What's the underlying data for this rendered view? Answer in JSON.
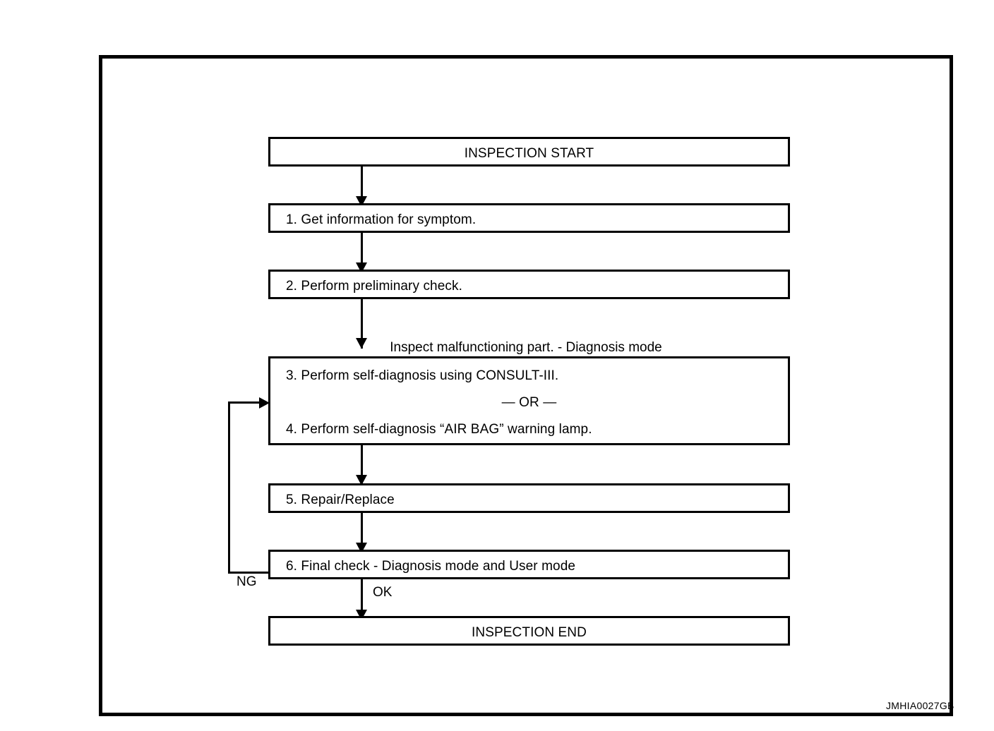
{
  "figure": {
    "id_code": "JMHIA0027GB",
    "caption_label": "Inspect malfunctioning part. - Diagnosis mode"
  },
  "chart_data": {
    "type": "diagram",
    "diagram_kind": "flowchart",
    "title": "INSPECTION START",
    "nodes": [
      {
        "id": "start",
        "label": "INSPECTION START",
        "align": "center"
      },
      {
        "id": "step1",
        "label": "1. Get information for symptom.",
        "align": "left"
      },
      {
        "id": "step2",
        "label": "2. Perform preliminary check.",
        "align": "left"
      },
      {
        "id": "step34",
        "label": "3. Perform self-diagnosis using CONSULT-III.",
        "align": "left"
      },
      {
        "id": "step5",
        "label": "5. Repair/Replace",
        "align": "left"
      },
      {
        "id": "step6",
        "label": "6. Final check - Diagnosis mode and User mode",
        "align": "left"
      },
      {
        "id": "end",
        "label": "INSPECTION END",
        "align": "center"
      }
    ],
    "edges": [
      {
        "from": "start",
        "to": "step1",
        "label": ""
      },
      {
        "from": "step1",
        "to": "step2",
        "label": ""
      },
      {
        "from": "step2",
        "to": "step34",
        "label": ""
      },
      {
        "from": "step34",
        "to": "step5",
        "label": ""
      },
      {
        "from": "step5",
        "to": "step6",
        "label": ""
      },
      {
        "from": "step6",
        "to": "end",
        "label": "OK"
      },
      {
        "from": "step6",
        "to": "step34",
        "label": "NG"
      }
    ]
  },
  "boxes": {
    "start": {
      "text": "INSPECTION START"
    },
    "step1": {
      "text": "1. Get information for symptom."
    },
    "step2": {
      "text": "2. Perform preliminary check."
    },
    "step34": {
      "line1": "3. Perform self-diagnosis using CONSULT-III.",
      "line2": "— OR —",
      "line3": "4. Perform self-diagnosis “AIR BAG” warning lamp."
    },
    "step5": {
      "text": "5. Repair/Replace"
    },
    "step6": {
      "text": "6. Final check - Diagnosis mode and User mode"
    },
    "end": {
      "text": "INSPECTION END"
    }
  },
  "labels": {
    "diagnosis_mode": "Inspect malfunctioning part. - Diagnosis mode",
    "ng": "NG",
    "ok": "OK"
  },
  "colors": {
    "stroke": "#000000",
    "background": "#ffffff"
  }
}
